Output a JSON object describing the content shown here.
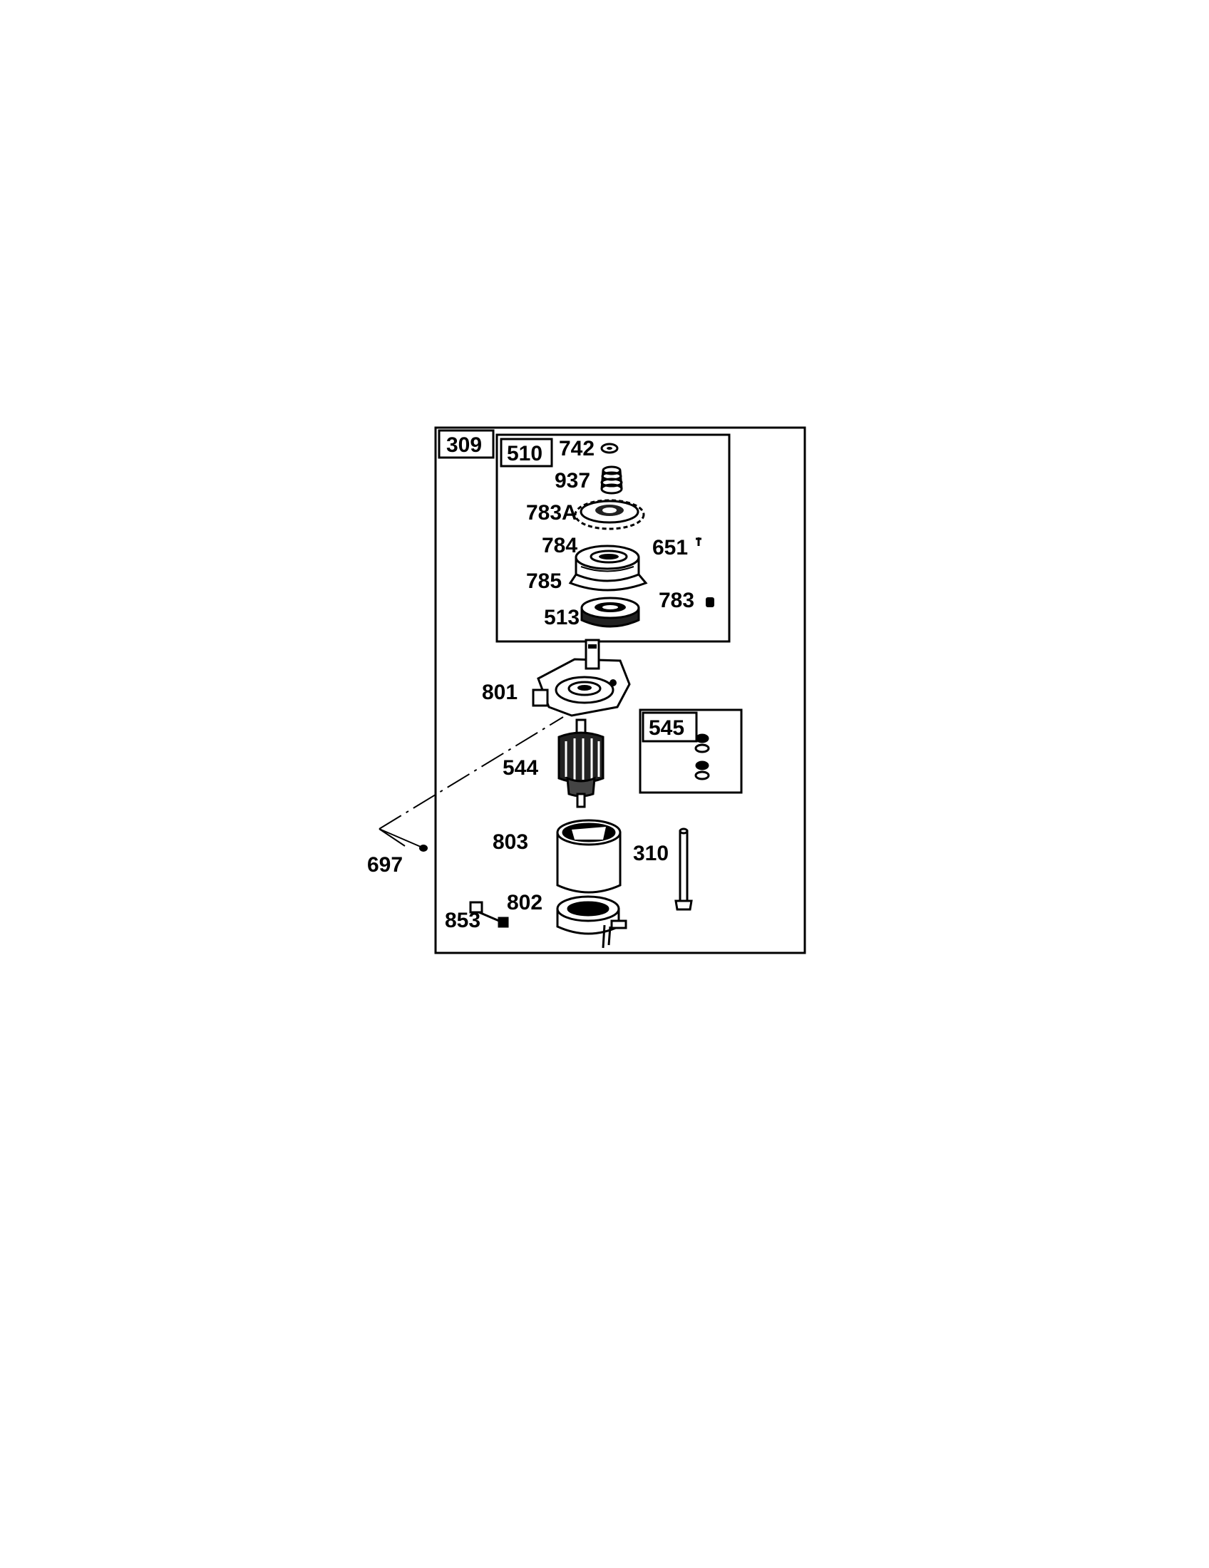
{
  "assembly": {
    "main_label": "309",
    "subassembly_drive": "510",
    "subassembly_hardware": "545"
  },
  "callouts": {
    "p742": "742",
    "p937": "937",
    "p783a": "783A",
    "p784": "784",
    "p651": "651",
    "p785": "785",
    "p783": "783",
    "p513": "513",
    "p801": "801",
    "p544": "544",
    "p697": "697",
    "p803": "803",
    "p310": "310",
    "p802": "802",
    "p853": "853"
  }
}
